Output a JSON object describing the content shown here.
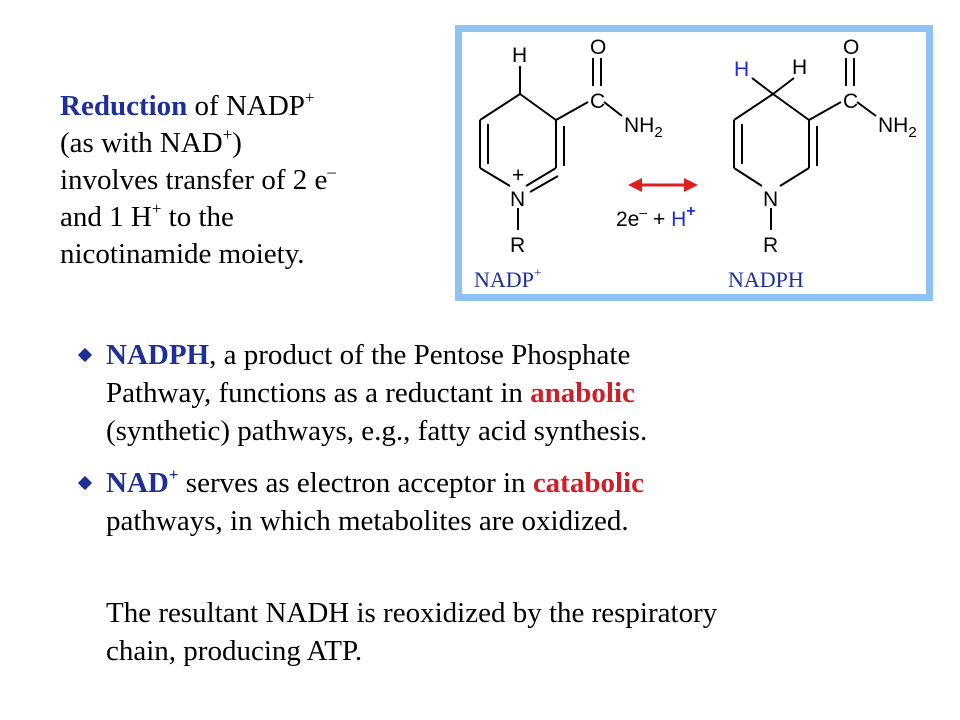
{
  "intro": {
    "title_bold": "Reduction",
    "title_rest": " of NADP",
    "sup_plus": "+",
    "line2_open": "(as with NAD",
    "line2_close": ")",
    "line3": "involves transfer of 2 e",
    "sup_minus": "–",
    "line4_a": "and 1 H",
    "line4_b": " to the",
    "line5": "nicotinamide moiety."
  },
  "diagram": {
    "nadp": {
      "top_h": "H",
      "o": "O",
      "c": "C",
      "nh2": "NH",
      "nh2_sub": "2",
      "n": "N",
      "n_charge": "+",
      "r": "R",
      "label": "NADP",
      "label_sup": "+"
    },
    "nadph": {
      "h_blue": "H",
      "h_black": "H",
      "o": "O",
      "c": "C",
      "nh2": "NH",
      "nh2_sub": "2",
      "n": "N",
      "r": "R",
      "label": "NADPH"
    },
    "transfer": {
      "electrons": "2e",
      "electrons_sup": "–",
      "plus": " + ",
      "proton": "H",
      "proton_sup": "+"
    },
    "colors": {
      "border": "#8ec2f2",
      "label_blue": "#1f2f9a",
      "arrow_red": "#dd2020",
      "h_blue": "#1f2fd0"
    }
  },
  "bullets": [
    {
      "bold": "NADPH",
      "rest1": ", a product of the Pentose Phosphate",
      "line2_a": "Pathway, functions as a reductant in ",
      "highlight": "anabolic",
      "line3": "(synthetic) pathways, e.g., fatty acid synthesis."
    },
    {
      "bold": "NAD",
      "bold_sup": "+",
      "rest1_a": " serves as electron acceptor in ",
      "highlight": "catabolic",
      "line2": "pathways, in which metabolites are oxidized."
    }
  ],
  "note": {
    "line1": "The resultant NADH is reoxidized by the respiratory",
    "line2": "chain, producing ATP."
  }
}
